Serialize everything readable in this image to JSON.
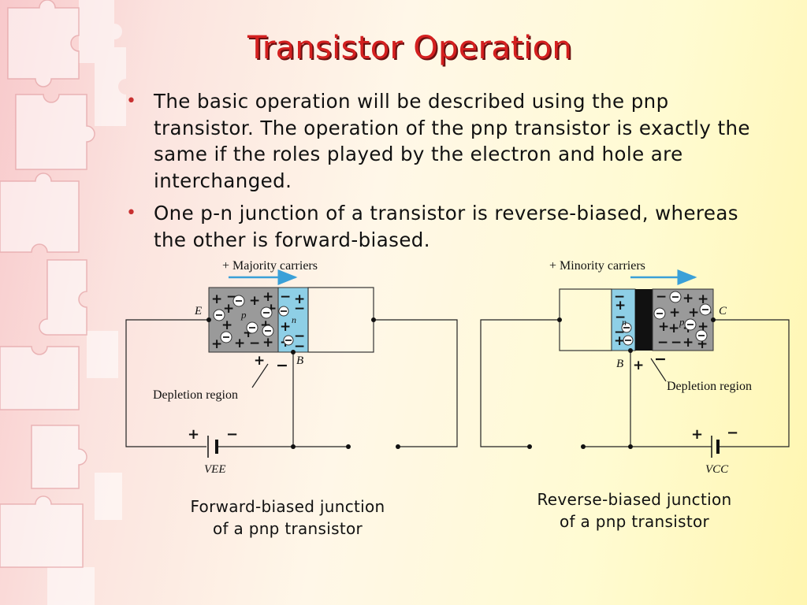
{
  "slide": {
    "title": "Transistor Operation",
    "bullets": [
      "The basic operation will be described using the pnp transistor. The operation of the pnp transistor is exactly the same if the roles played by the electron and hole are interchanged.",
      "One p-n junction of a transistor is reverse-biased, whereas the other is forward-biased."
    ],
    "bullet_glyph": "•"
  },
  "left_diagram": {
    "carrier_label": "+ Majority carriers",
    "terminal_e": "E",
    "terminal_b": "B",
    "p_label": "p",
    "n_label": "n",
    "depletion_label": "Depletion region",
    "battery_label": "VEE",
    "battery_plus": "+",
    "battery_minus": "−",
    "junction_plus": "+",
    "junction_minus": "−",
    "caption_line1": "Forward-biased junction",
    "caption_line2": "of a pnp transistor"
  },
  "right_diagram": {
    "carrier_label": "+ Minority carriers",
    "terminal_c": "C",
    "terminal_b": "B",
    "p_label": "p",
    "n_label": "n",
    "depletion_label": "Depletion region",
    "battery_label": "VCC",
    "battery_plus": "+",
    "battery_minus": "−",
    "junction_plus": "+",
    "junction_minus": "−",
    "caption_line1": "Reverse-biased junction",
    "caption_line2": "of a pnp transistor"
  },
  "colors": {
    "title": "#d42020",
    "bullet": "#c83030",
    "p_region": "#9a9a9a",
    "n_region": "#8ecfe6",
    "depletion_dark": "#111111",
    "arrow": "#3aa0d8"
  }
}
